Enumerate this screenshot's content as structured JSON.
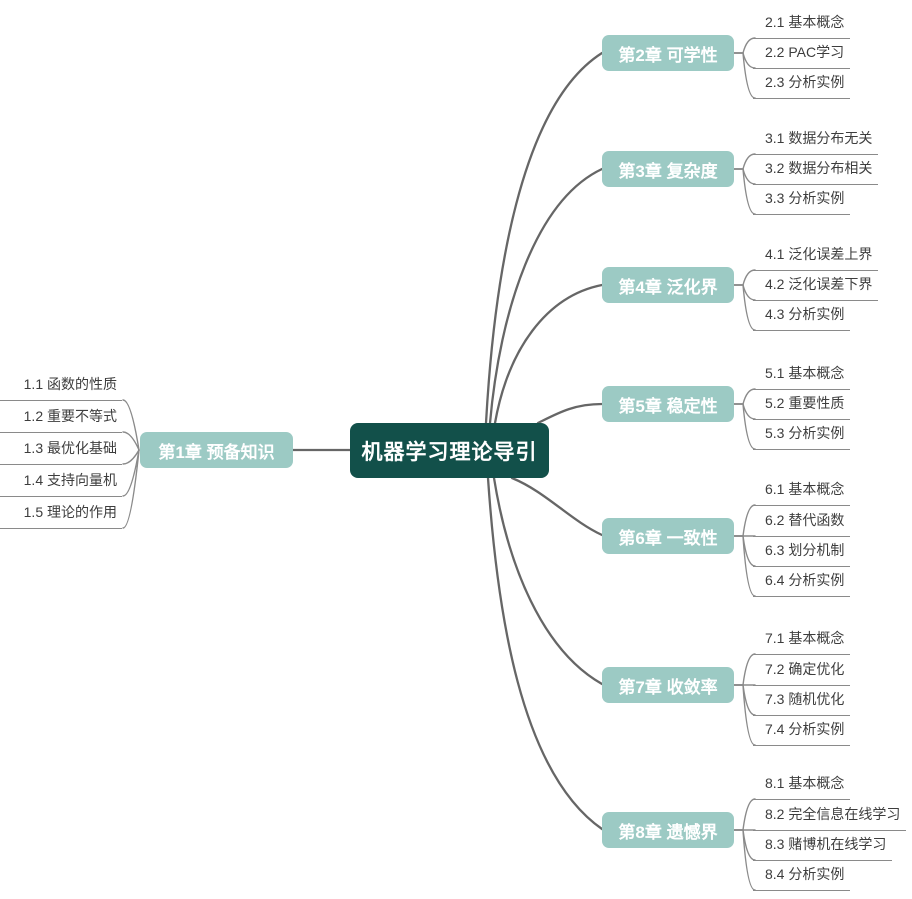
{
  "root": {
    "label": "机器学习理论导引"
  },
  "left_branch": {
    "label": "第1章 预备知识",
    "children": [
      "1.1 函数的性质",
      "1.2 重要不等式",
      "1.3 最优化基础",
      "1.4 支持向量机",
      "1.5 理论的作用"
    ]
  },
  "right_branches": [
    {
      "label": "第2章 可学性",
      "children": [
        "2.1 基本概念",
        "2.2 PAC学习",
        "2.3 分析实例"
      ]
    },
    {
      "label": "第3章 复杂度",
      "children": [
        "3.1 数据分布无关",
        "3.2 数据分布相关",
        "3.3 分析实例"
      ]
    },
    {
      "label": "第4章 泛化界",
      "children": [
        "4.1 泛化误差上界",
        "4.2 泛化误差下界",
        "4.3 分析实例"
      ]
    },
    {
      "label": "第5章 稳定性",
      "children": [
        "5.1 基本概念",
        "5.2 重要性质",
        "5.3 分析实例"
      ]
    },
    {
      "label": "第6章 一致性",
      "children": [
        "6.1 基本概念",
        "6.2 替代函数",
        "6.3 划分机制",
        "6.4 分析实例"
      ]
    },
    {
      "label": "第7章 收敛率",
      "children": [
        "7.1 基本概念",
        "7.2 确定优化",
        "7.3 随机优化",
        "7.4 分析实例"
      ]
    },
    {
      "label": "第8章 遗憾界",
      "children": [
        "8.1 基本概念",
        "8.2 完全信息在线学习",
        "8.3 赌博机在线学习",
        "8.4 分析实例"
      ]
    }
  ],
  "colors": {
    "root_bg": "#12504a",
    "chapter_bg": "#9ccac4",
    "node_text": "#ffffff",
    "leaf_text": "#3d3d3d",
    "main_line": "#666666",
    "leaf_line": "#8a8a8a"
  }
}
